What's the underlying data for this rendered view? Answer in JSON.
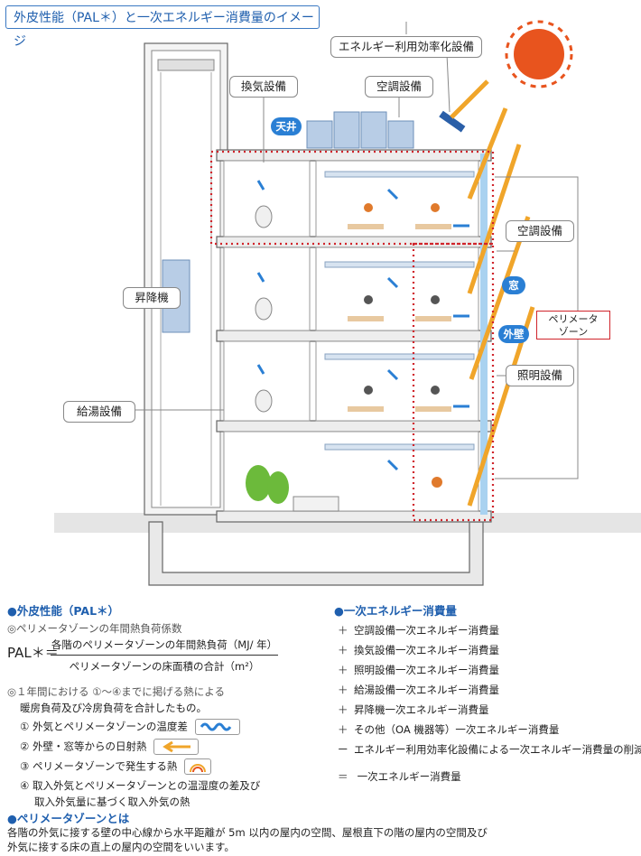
{
  "title": "外皮性能（PAL＊）と一次エネルギー消費量のイメージ",
  "labels": {
    "energy_efficiency": "エネルギー利用効率化設備",
    "ventilation": "換気設備",
    "aircon_top": "空調設備",
    "aircon_side": "空調設備",
    "elevator": "昇降機",
    "hot_water": "給湯設備",
    "lighting": "照明設備",
    "ceiling": "天井",
    "window": "窓",
    "outer_wall": "外壁",
    "perimeter_zone_line1": "ペリメータ",
    "perimeter_zone_line2": "ゾーン"
  },
  "pal": {
    "heading": "●外皮性能（PAL＊）",
    "subheading": "◎ペリメータゾーンの年間熱負荷係数",
    "symbol": "PAL＊＝",
    "numerator": "各階のペリメータゾーンの年間熱負荷（MJ/ 年）",
    "denominator": "ペリメータゾーンの床面積の合計（m²）",
    "note_line1": "◎１年間における ①〜④までに掲げる熱による",
    "note_line2": "暖房負荷及び冷房負荷を合計したもの。",
    "items": [
      "① 外気とペリメータゾーンの温度差",
      "② 外壁・窓等からの日射熱",
      "③ ペリメータゾーンで発生する熱",
      "④ 取入外気とペリメータゾーンとの温湿度の差及び"
    ],
    "item4_line2": "取入外気量に基づく取入外気の熱"
  },
  "perimeter_def": {
    "heading": "●ペリメータゾーンとは",
    "line1": "各階の外気に接する壁の中心線から水平距離が 5m 以内の屋内の空間、屋根直下の階の屋内の空間及び",
    "line2": "外気に接する床の直上の屋内の空間をいいます。"
  },
  "energy": {
    "heading": "●一次エネルギー消費量",
    "items": [
      {
        "op": "＋",
        "text": "空調設備一次エネルギー消費量"
      },
      {
        "op": "＋",
        "text": "換気設備一次エネルギー消費量"
      },
      {
        "op": "＋",
        "text": "照明設備一次エネルギー消費量"
      },
      {
        "op": "＋",
        "text": "給湯設備一次エネルギー消費量"
      },
      {
        "op": "＋",
        "text": "昇降機一次エネルギー消費量"
      },
      {
        "op": "＋",
        "text": "その他（OA 機器等）一次エネルギー消費量"
      },
      {
        "op": "ー",
        "text": "エネルギー利用効率化設備による一次エネルギー消費量の削減量"
      }
    ],
    "result_op": "＝",
    "result_text": "一次エネルギー消費量"
  },
  "colors": {
    "accent": "#1f5fae",
    "perimeter": "#d0242b",
    "sun": "#e8541e",
    "arrow_orange": "#f0a52a"
  }
}
